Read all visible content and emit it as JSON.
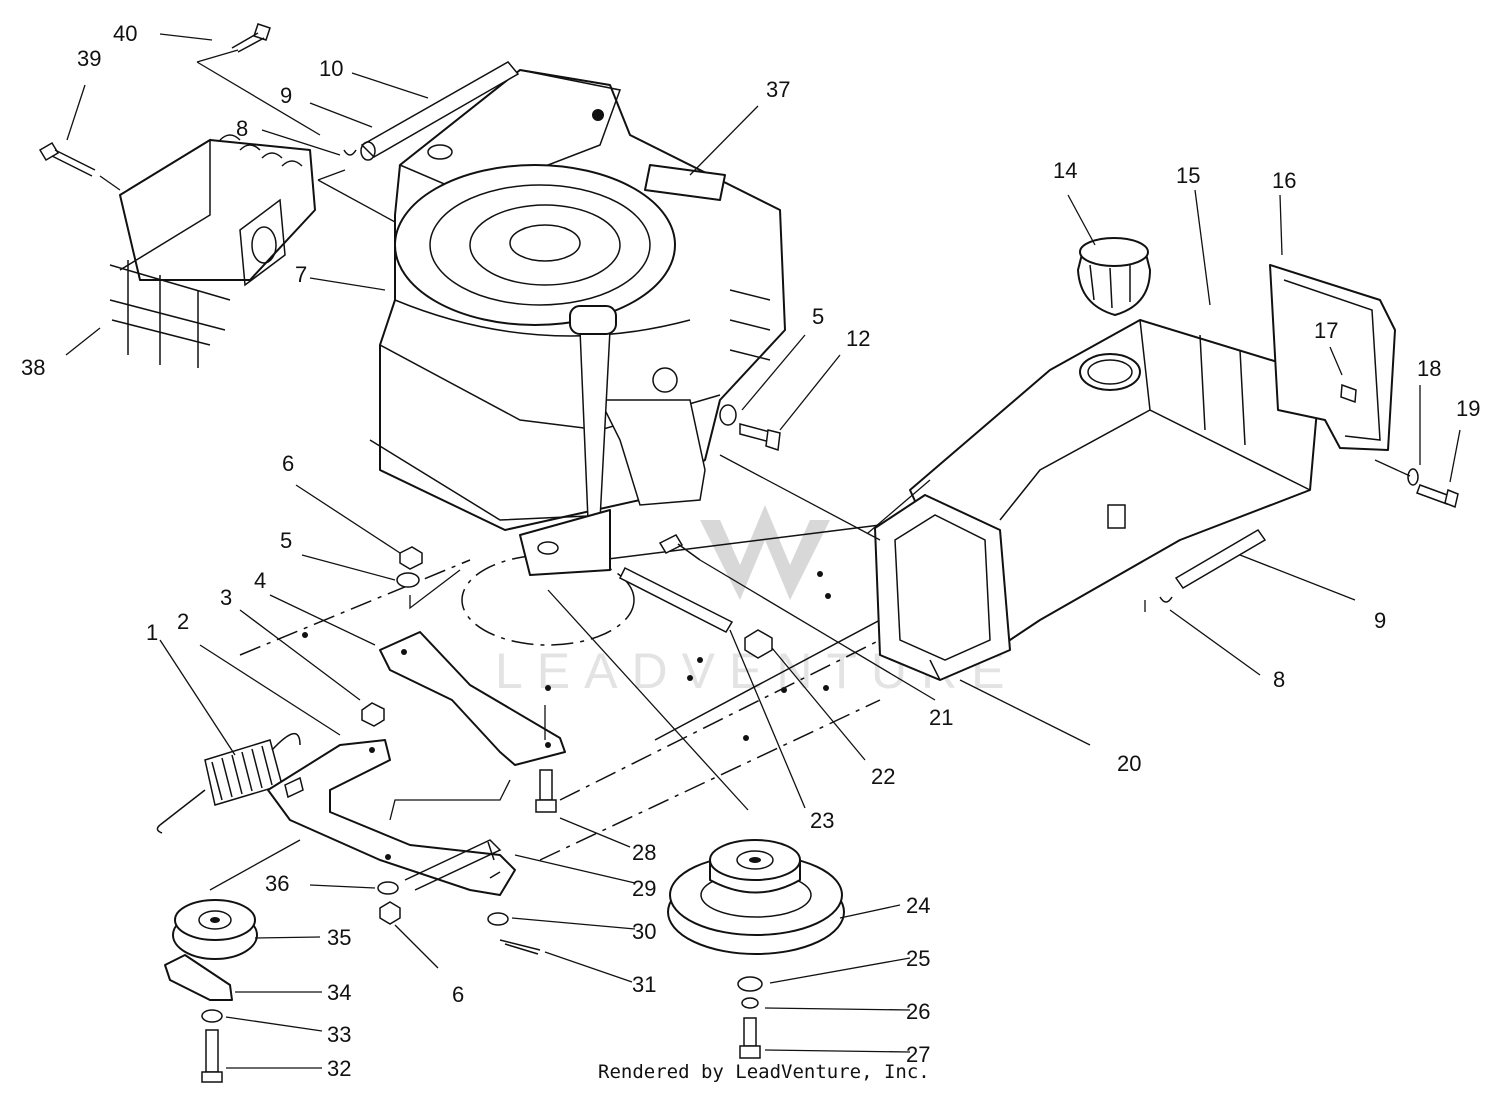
{
  "watermark": {
    "text": "LEADVENTURE"
  },
  "footer": {
    "text": "Rendered by LeadVenture, Inc."
  },
  "callouts": [
    {
      "id": "c40",
      "label": "40"
    },
    {
      "id": "c39",
      "label": "39"
    },
    {
      "id": "c10",
      "label": "10"
    },
    {
      "id": "c9a",
      "label": "9"
    },
    {
      "id": "c8a",
      "label": "8"
    },
    {
      "id": "c37",
      "label": "37"
    },
    {
      "id": "c7",
      "label": "7"
    },
    {
      "id": "c38",
      "label": "38"
    },
    {
      "id": "c14",
      "label": "14"
    },
    {
      "id": "c15",
      "label": "15"
    },
    {
      "id": "c16",
      "label": "16"
    },
    {
      "id": "c5a",
      "label": "5"
    },
    {
      "id": "c12",
      "label": "12"
    },
    {
      "id": "c17",
      "label": "17"
    },
    {
      "id": "c18",
      "label": "18"
    },
    {
      "id": "c19",
      "label": "19"
    },
    {
      "id": "c6a",
      "label": "6"
    },
    {
      "id": "c5b",
      "label": "5"
    },
    {
      "id": "c3",
      "label": "3"
    },
    {
      "id": "c4",
      "label": "4"
    },
    {
      "id": "c1",
      "label": "1"
    },
    {
      "id": "c2",
      "label": "2"
    },
    {
      "id": "c9b",
      "label": "9"
    },
    {
      "id": "c8b",
      "label": "8"
    },
    {
      "id": "c21",
      "label": "21"
    },
    {
      "id": "c20",
      "label": "20"
    },
    {
      "id": "c22",
      "label": "22"
    },
    {
      "id": "c23",
      "label": "23"
    },
    {
      "id": "c28",
      "label": "28"
    },
    {
      "id": "c29",
      "label": "29"
    },
    {
      "id": "c36",
      "label": "36"
    },
    {
      "id": "c24",
      "label": "24"
    },
    {
      "id": "c35",
      "label": "35"
    },
    {
      "id": "c30",
      "label": "30"
    },
    {
      "id": "c25",
      "label": "25"
    },
    {
      "id": "c6b",
      "label": "6"
    },
    {
      "id": "c31",
      "label": "31"
    },
    {
      "id": "c34",
      "label": "34"
    },
    {
      "id": "c26",
      "label": "26"
    },
    {
      "id": "c33",
      "label": "33"
    },
    {
      "id": "c27",
      "label": "27"
    },
    {
      "id": "c32",
      "label": "32"
    }
  ]
}
